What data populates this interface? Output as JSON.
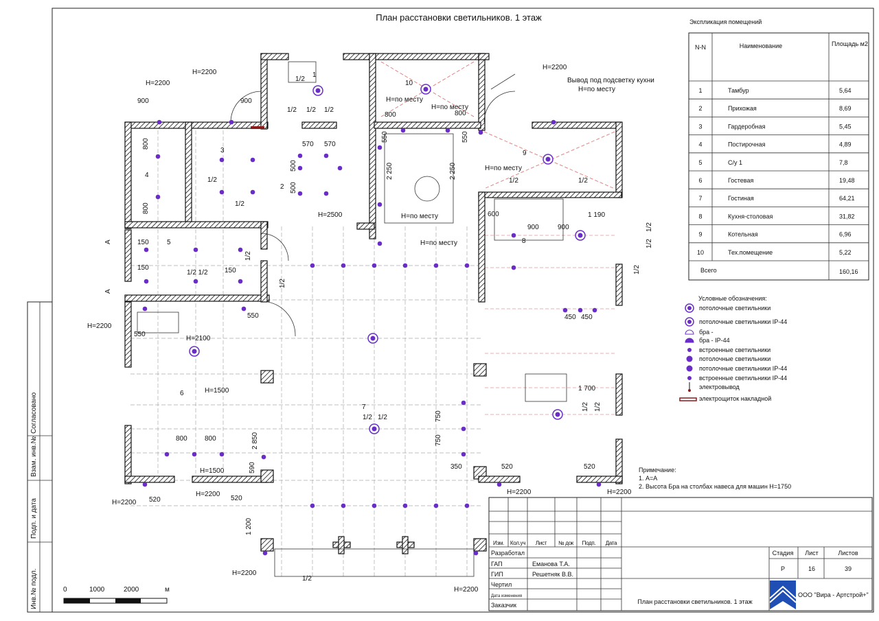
{
  "title": "План расстановки светильников. 1 этаж",
  "explication": {
    "caption": "Экспликация помещений",
    "headers": {
      "num": "N-N",
      "name": "Наименование",
      "area": "Площадь м2"
    },
    "rows": [
      {
        "num": "1",
        "name": "Тамбур",
        "area": "5,64"
      },
      {
        "num": "2",
        "name": "Прихожая",
        "area": "8,69"
      },
      {
        "num": "3",
        "name": "Гардеробная",
        "area": "5,45"
      },
      {
        "num": "4",
        "name": "Постирочная",
        "area": "4,89"
      },
      {
        "num": "5",
        "name": "С/у 1",
        "area": "7,8"
      },
      {
        "num": "6",
        "name": "Гостевая",
        "area": "19,48"
      },
      {
        "num": "7",
        "name": "Гостиная",
        "area": "64,21"
      },
      {
        "num": "8",
        "name": "Кухня-столовая",
        "area": "31,82"
      },
      {
        "num": "9",
        "name": "Котельная",
        "area": "6,96"
      },
      {
        "num": "10",
        "name": "Тех.помещение",
        "area": "5,22"
      }
    ],
    "total_label": "Всего",
    "total_area": "160,16"
  },
  "legend": {
    "caption": "Условные обозначения:",
    "items": [
      {
        "icon": "ceiling-light-icon",
        "label": "потолочные светильники"
      },
      {
        "icon": "ceiling-light-ip44-icon",
        "label": "потолочные светильники IP-44"
      },
      {
        "icon": "sconce-icon",
        "label": "бра -"
      },
      {
        "icon": "sconce-ip44-icon",
        "label": "бра -  IP-44"
      },
      {
        "icon": "recessed-light-icon",
        "label": "встроенные светильники"
      },
      {
        "icon": "ceiling-light-small-icon",
        "label": "потолочные светильники"
      },
      {
        "icon": "ceiling-light-small-ip44-icon",
        "label": "потолочные светильники IP-44"
      },
      {
        "icon": "recessed-light-ip44-icon",
        "label": "встроенные светильники IP-44"
      },
      {
        "icon": "electric-outlet-icon",
        "label": "электровывод"
      },
      {
        "icon": "electric-panel-icon",
        "label": "электрощиток накладной"
      }
    ]
  },
  "notes": {
    "caption": "Примечание:",
    "items": [
      "1. А=А",
      "2. Высота Бра на столбах навеса для машин Н=1750"
    ]
  },
  "side_stamp": [
    "Согласовано",
    "Взам. инв.№",
    "Подп. и дата",
    "Инв.№ подл."
  ],
  "scale_bar": {
    "labels": [
      "0",
      "1000",
      "2000",
      "м"
    ]
  },
  "title_block": {
    "columns": [
      "Изм.",
      "Кол.уч",
      "Лист",
      "№ док",
      "Подп.",
      "Дата"
    ],
    "roles": [
      {
        "role": "Разработал",
        "name": ""
      },
      {
        "role": "ГАП",
        "name": "Еманова Т.А."
      },
      {
        "role": "ГИП",
        "name": "Решетняк В.В."
      },
      {
        "role": "Чертил",
        "name": ""
      },
      {
        "role": "Дата изменения",
        "name": ""
      },
      {
        "role": "Заказчик",
        "name": ""
      }
    ],
    "stage_label": "Стадия",
    "sheet_label": "Лист",
    "sheets_label": "Листов",
    "stage": "Р",
    "sheet": "16",
    "sheets": "39",
    "drawing_title": "План расстановки светильников. 1 этаж",
    "company": "ООО \"Вира - Артстрой+\""
  },
  "annotations": [
    "Н=2200",
    "900",
    "Н=2200",
    "900",
    "1",
    "10",
    "Н=по месту",
    "Н=по месту",
    "800",
    "800",
    "Н=2200",
    "Вывод под подсветку кухни",
    "Н=по месту",
    "1/2",
    "1/2",
    "1/2",
    "1/2",
    "3",
    "570",
    "570",
    "500",
    "500",
    "2",
    "4",
    "800",
    "800",
    "550",
    "2 250",
    "2 250",
    "550",
    "Н=по месту",
    "Н=по месту",
    "9",
    "1/2",
    "1/2",
    "1/2",
    "1/2",
    "Н=2500",
    "Н=по месту",
    "600",
    "900",
    "900",
    "1 190",
    "8",
    "1/2",
    "1/2",
    "1/2",
    "А",
    "5",
    "150",
    "150",
    "150",
    "1/2 1/2",
    "1/2",
    "1/2",
    "А",
    "Н=2200",
    "550",
    "550",
    "Н=2100",
    "450",
    "450",
    "Н=1500",
    "6",
    "800",
    "800",
    "2 850",
    "7",
    "1/2",
    "1/2",
    "750",
    "750",
    "350",
    "1 700",
    "1/2",
    "1/2",
    "Н=1500",
    "590",
    "Н=2200",
    "520",
    "Н=2200",
    "520",
    "520",
    "520",
    "Н=2200",
    "Н=2200",
    "1 200",
    "Н=2200",
    "Н=2200",
    "1/2"
  ]
}
